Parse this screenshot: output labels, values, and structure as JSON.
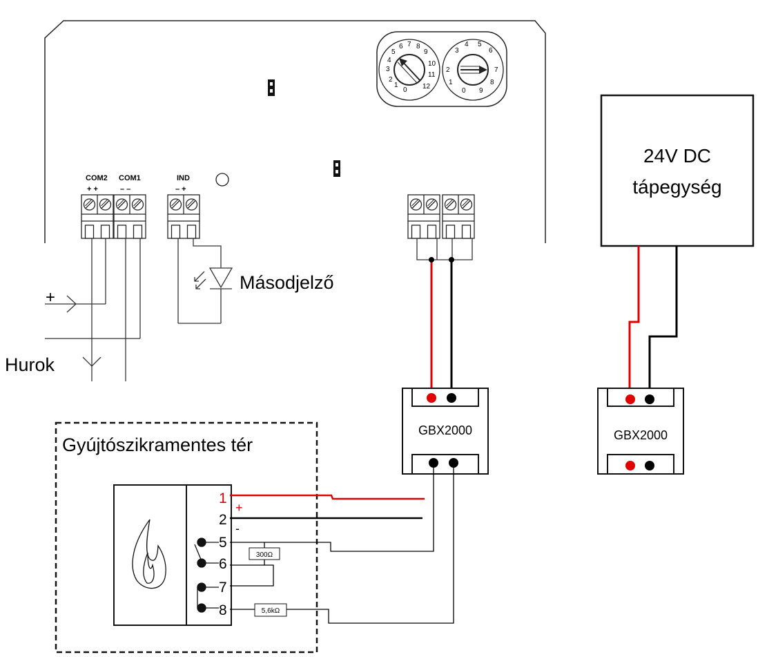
{
  "panel": {
    "com2_label": "COM2",
    "com1_label": "COM1",
    "ind_label": "IND",
    "com2_polarity": "+ +",
    "com1_polarity": "– –",
    "ind_polarity": "– +"
  },
  "dials": {
    "left_numbers": [
      "0",
      "1",
      "2",
      "3",
      "4",
      "5",
      "6",
      "7",
      "8",
      "9",
      "10",
      "11",
      "12"
    ],
    "right_numbers": [
      "0",
      "1",
      "2",
      "3",
      "4",
      "5",
      "6",
      "7",
      "8",
      "9"
    ]
  },
  "labels": {
    "secondary_indicator": "Másodjelző",
    "loop": "Hurok",
    "loop_plus": "+",
    "power_supply_line1": "24V DC",
    "power_supply_line2": "tápegység",
    "barrier_left": "GBX2000",
    "barrier_right": "GBX2000",
    "safe_zone": "Gyújtószikramentes tér"
  },
  "detector": {
    "terminals": [
      "1",
      "2",
      "5",
      "6",
      "7",
      "8"
    ],
    "plus_mark": "+",
    "minus_mark": "-",
    "resistor_300": "300Ω",
    "resistor_5k6": "5,6kΩ"
  },
  "colors": {
    "positive_wire": "#e00000",
    "negative_wire": "#000000"
  }
}
